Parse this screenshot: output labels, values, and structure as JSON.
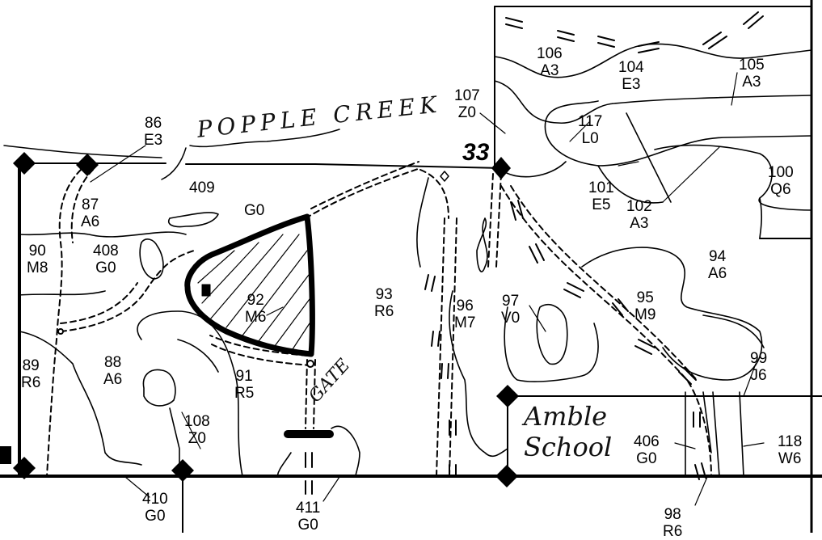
{
  "map": {
    "handwritten": {
      "creek": "POPPLE CREEK",
      "gate": "GATE",
      "school": "Amble School"
    },
    "section_number": "33",
    "parcels": [
      {
        "id": "86",
        "code": "E3"
      },
      {
        "id": "87",
        "code": "A6"
      },
      {
        "id": "88",
        "code": "A6"
      },
      {
        "id": "89",
        "code": "R6"
      },
      {
        "id": "90",
        "code": "M8"
      },
      {
        "id": "91",
        "code": "R5"
      },
      {
        "id": "92",
        "code": "M6"
      },
      {
        "id": "93",
        "code": "R6"
      },
      {
        "id": "94",
        "code": "A6"
      },
      {
        "id": "95",
        "code": "M9"
      },
      {
        "id": "96",
        "code": "M7"
      },
      {
        "id": "97",
        "code": "V0"
      },
      {
        "id": "98",
        "code": "R6"
      },
      {
        "id": "99",
        "code": "J6"
      },
      {
        "id": "100",
        "code": "Q6"
      },
      {
        "id": "101",
        "code": "E5"
      },
      {
        "id": "102",
        "code": "A3"
      },
      {
        "id": "104",
        "code": "E3"
      },
      {
        "id": "105",
        "code": "A3"
      },
      {
        "id": "106",
        "code": "A3"
      },
      {
        "id": "107",
        "code": "Z0"
      },
      {
        "id": "108",
        "code": "Z0"
      },
      {
        "id": "117",
        "code": "L0"
      },
      {
        "id": "118",
        "code": "W6"
      },
      {
        "id": "406",
        "code": "G0"
      },
      {
        "id": "408",
        "code": "G0"
      },
      {
        "id": "409",
        "code": "G0"
      },
      {
        "id": "410",
        "code": "G0"
      },
      {
        "id": "411",
        "code": "G0"
      }
    ]
  }
}
